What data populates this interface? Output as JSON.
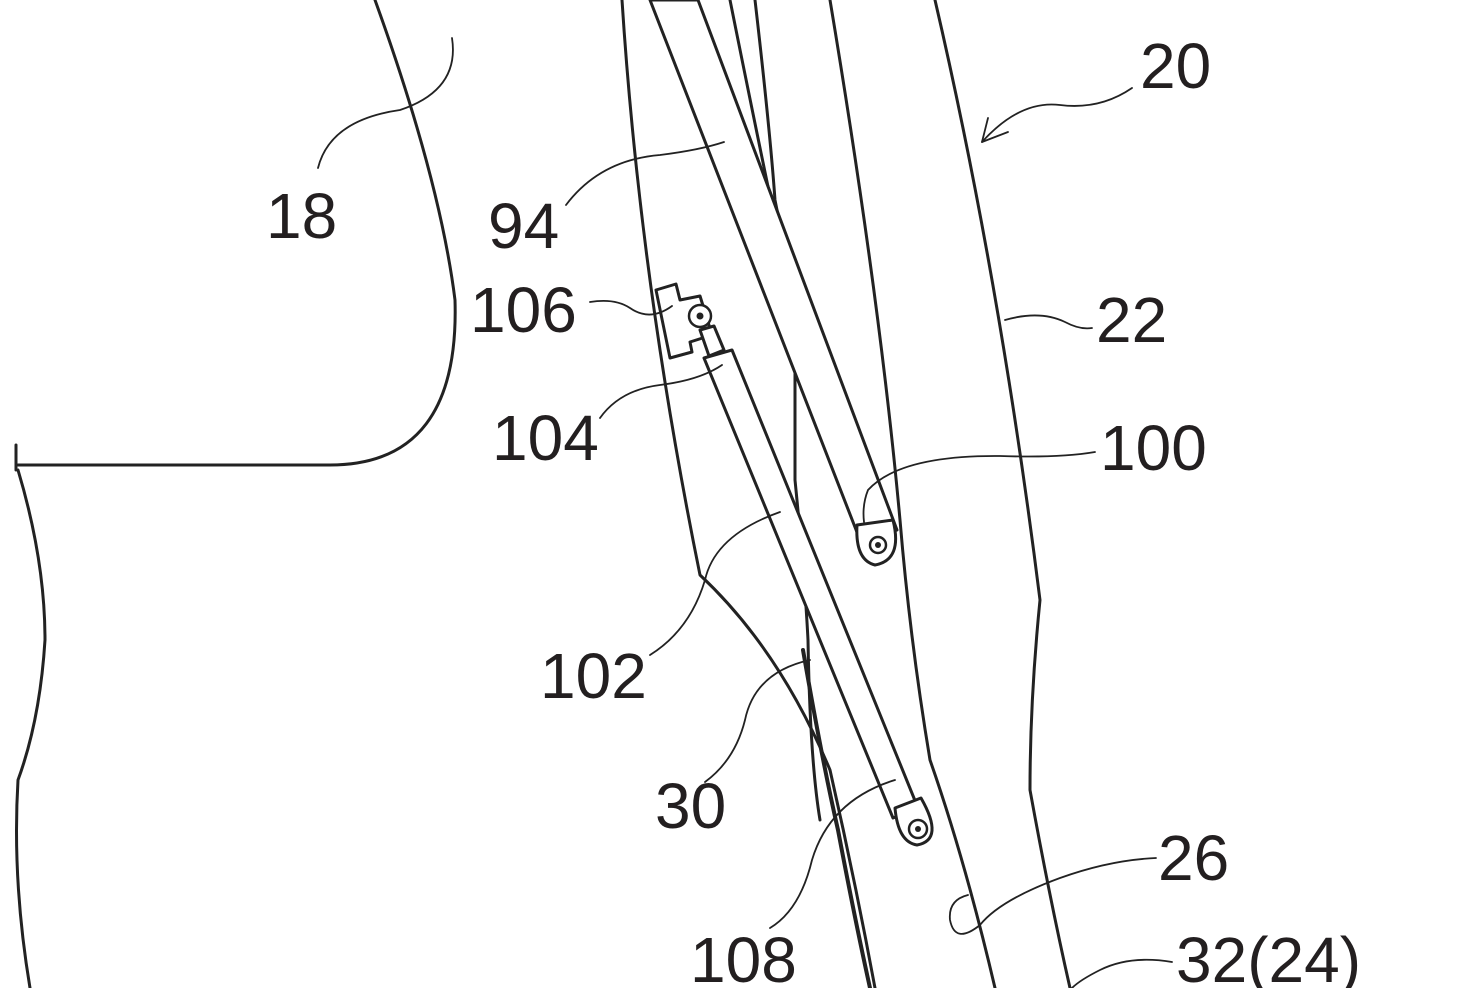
{
  "colors": {
    "line": "#222222",
    "text": "#231f20",
    "background": "#ffffff"
  },
  "labels": {
    "ref_18": "18",
    "ref_20": "20",
    "ref_94": "94",
    "ref_106": "106",
    "ref_22": "22",
    "ref_104": "104",
    "ref_100": "100",
    "ref_102": "102",
    "ref_30": "30",
    "ref_26": "26",
    "ref_108": "108",
    "ref_32_24": "32(24)"
  }
}
